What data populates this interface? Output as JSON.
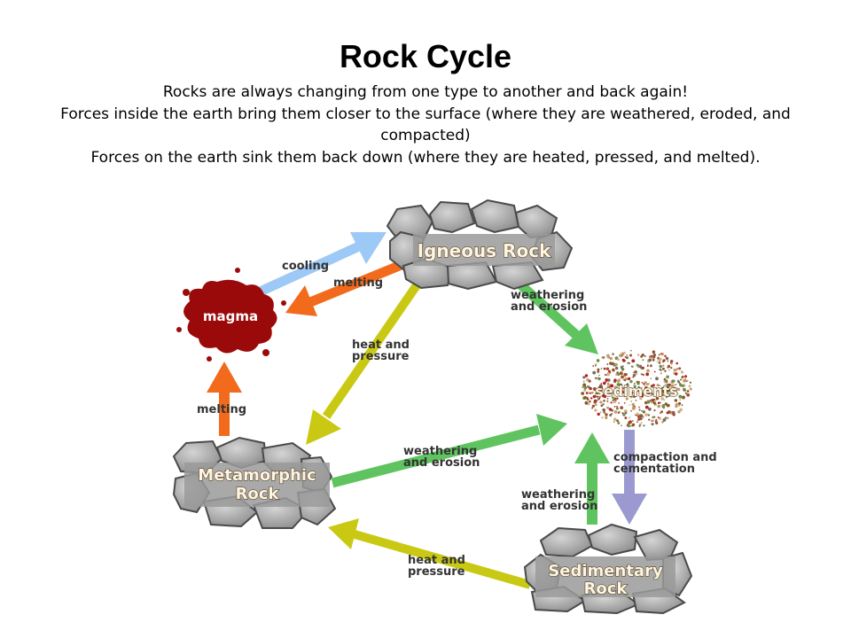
{
  "slide": {
    "title": "Rock Cycle",
    "lines": [
      "Rocks are always changing from one type to another and back again!",
      "Forces inside the earth bring them closer to the surface (where they are weathered, eroded, and compacted)",
      "Forces on the earth sink them back down (where they are heated, pressed, and melted)."
    ]
  },
  "diagram": {
    "nodes": {
      "igneous": "Igneous Rock",
      "magma": "magma",
      "sediments": "sediments",
      "metamorphic_line1": "Metamorphic",
      "metamorphic_line2": "Rock",
      "sedimentary_line1": "Sedimentary",
      "sedimentary_line2": "Rock"
    },
    "arrows": {
      "cooling": "cooling",
      "melting_top": "melting",
      "melting_left": "melting",
      "heat_pressure_1_a": "heat and",
      "heat_pressure_1_b": "pressure",
      "heat_pressure_2_a": "heat and",
      "heat_pressure_2_b": "pressure",
      "weathering_top_a": "weathering",
      "weathering_top_b": "and erosion",
      "weathering_mid_a": "weathering",
      "weathering_mid_b": "and erosion",
      "weathering_low_a": "weathering",
      "weathering_low_b": "and erosion",
      "compaction_a": "compaction and",
      "compaction_b": "cementation"
    },
    "colors": {
      "cooling": "#9cc9f5",
      "melting": "#f26a1b",
      "heat_pressure": "#c9c914",
      "weathering": "#5fc45f",
      "compaction": "#9a9ad0",
      "magma": "#9b0a0a",
      "rock": "#a8a8a8"
    }
  }
}
